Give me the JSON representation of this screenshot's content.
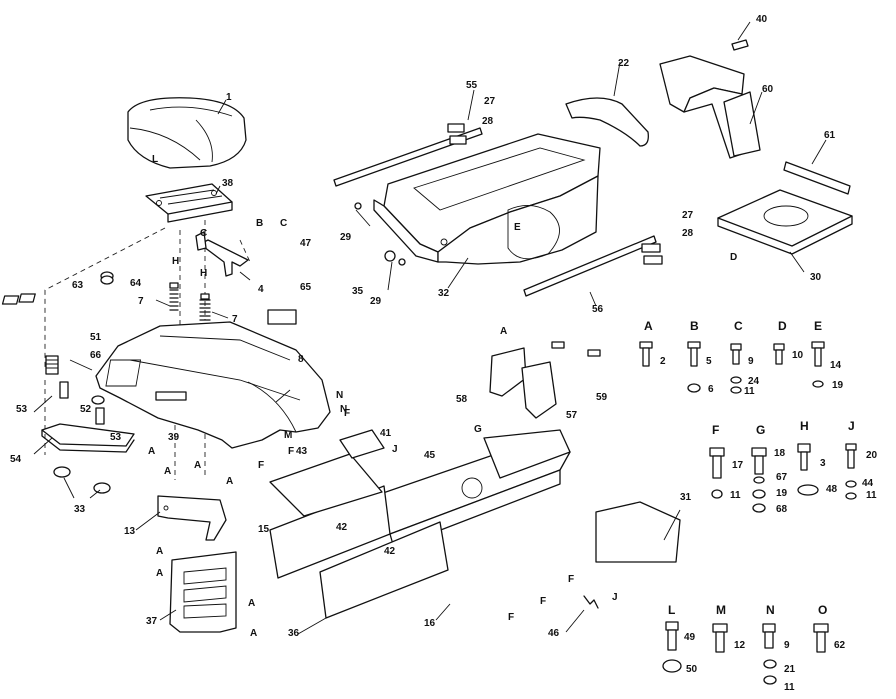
{
  "callouts": [
    {
      "id": "p1",
      "text": "1"
    },
    {
      "id": "p2",
      "text": "2"
    },
    {
      "id": "p3",
      "text": "3"
    },
    {
      "id": "p4",
      "text": "4"
    },
    {
      "id": "p5",
      "text": "5"
    },
    {
      "id": "p6",
      "text": "6"
    },
    {
      "id": "p7a",
      "text": "7"
    },
    {
      "id": "p7b",
      "text": "7"
    },
    {
      "id": "p8",
      "text": "8"
    },
    {
      "id": "p9a",
      "text": "9"
    },
    {
      "id": "p9b",
      "text": "9"
    },
    {
      "id": "p10",
      "text": "10"
    },
    {
      "id": "p11a",
      "text": "11"
    },
    {
      "id": "p11b",
      "text": "11"
    },
    {
      "id": "p11c",
      "text": "11"
    },
    {
      "id": "p11d",
      "text": "11"
    },
    {
      "id": "p12",
      "text": "12"
    },
    {
      "id": "p13",
      "text": "13"
    },
    {
      "id": "p14",
      "text": "14"
    },
    {
      "id": "p15",
      "text": "15"
    },
    {
      "id": "p16",
      "text": "16"
    },
    {
      "id": "p17",
      "text": "17"
    },
    {
      "id": "p18",
      "text": "18"
    },
    {
      "id": "p19a",
      "text": "19"
    },
    {
      "id": "p19b",
      "text": "19"
    },
    {
      "id": "p20",
      "text": "20"
    },
    {
      "id": "p21",
      "text": "21"
    },
    {
      "id": "p22",
      "text": "22"
    },
    {
      "id": "p24",
      "text": "24"
    },
    {
      "id": "p27a",
      "text": "27"
    },
    {
      "id": "p27b",
      "text": "27"
    },
    {
      "id": "p28a",
      "text": "28"
    },
    {
      "id": "p28b",
      "text": "28"
    },
    {
      "id": "p29a",
      "text": "29"
    },
    {
      "id": "p29b",
      "text": "29"
    },
    {
      "id": "p30",
      "text": "30"
    },
    {
      "id": "p31",
      "text": "31"
    },
    {
      "id": "p32",
      "text": "32"
    },
    {
      "id": "p33",
      "text": "33"
    },
    {
      "id": "p35",
      "text": "35"
    },
    {
      "id": "p36",
      "text": "36"
    },
    {
      "id": "p37",
      "text": "37"
    },
    {
      "id": "p38",
      "text": "38"
    },
    {
      "id": "p39",
      "text": "39"
    },
    {
      "id": "p40",
      "text": "40"
    },
    {
      "id": "p41",
      "text": "41"
    },
    {
      "id": "p42a",
      "text": "42"
    },
    {
      "id": "p42b",
      "text": "42"
    },
    {
      "id": "p43",
      "text": "43"
    },
    {
      "id": "p44",
      "text": "44"
    },
    {
      "id": "p45",
      "text": "45"
    },
    {
      "id": "p46",
      "text": "46"
    },
    {
      "id": "p47",
      "text": "47"
    },
    {
      "id": "p48",
      "text": "48"
    },
    {
      "id": "p49",
      "text": "49"
    },
    {
      "id": "p50",
      "text": "50"
    },
    {
      "id": "p51",
      "text": "51"
    },
    {
      "id": "p52",
      "text": "52"
    },
    {
      "id": "p53a",
      "text": "53"
    },
    {
      "id": "p53b",
      "text": "53"
    },
    {
      "id": "p54",
      "text": "54"
    },
    {
      "id": "p55",
      "text": "55"
    },
    {
      "id": "p56",
      "text": "56"
    },
    {
      "id": "p57",
      "text": "57"
    },
    {
      "id": "p58",
      "text": "58"
    },
    {
      "id": "p59",
      "text": "59"
    },
    {
      "id": "p60",
      "text": "60"
    },
    {
      "id": "p61",
      "text": "61"
    },
    {
      "id": "p62",
      "text": "62"
    },
    {
      "id": "p63",
      "text": "63"
    },
    {
      "id": "p64",
      "text": "64"
    },
    {
      "id": "p65",
      "text": "65"
    },
    {
      "id": "p66",
      "text": "66"
    },
    {
      "id": "p67",
      "text": "67"
    },
    {
      "id": "p68",
      "text": "68"
    }
  ],
  "hardware_letters": [
    "A",
    "B",
    "C",
    "D",
    "E",
    "F",
    "G",
    "H",
    "J",
    "L",
    "M",
    "N",
    "O"
  ],
  "ref_letters": {
    "A": "A",
    "B": "B",
    "C": "C",
    "D": "D",
    "E": "E",
    "F": "F",
    "G": "G",
    "H": "H",
    "J": "J",
    "L": "L",
    "M": "M",
    "N": "N"
  },
  "colors": {
    "ink": "#111111",
    "paper": "#ffffff"
  }
}
